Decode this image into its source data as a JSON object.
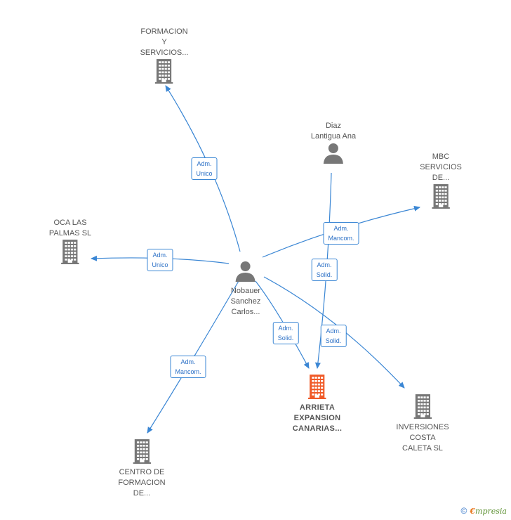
{
  "nodes": [
    {
      "id": "formacion",
      "type": "company",
      "label": "FORMACION\nY\nSERVICIOS...",
      "highlight": false
    },
    {
      "id": "diaz",
      "type": "person",
      "label": "Diaz\nLantigua Ana",
      "highlight": false
    },
    {
      "id": "mbc",
      "type": "company",
      "label": "MBC\nSERVICIOS\nDE...",
      "highlight": false
    },
    {
      "id": "oca",
      "type": "company",
      "label": "OCA LAS\nPALMAS SL",
      "highlight": false
    },
    {
      "id": "nobauer",
      "type": "person",
      "label": "Nobauer\nSanchez\nCarlos...",
      "highlight": false
    },
    {
      "id": "arrieta",
      "type": "company",
      "label": "ARRIETA\nEXPANSION\nCANARIAS...",
      "highlight": true
    },
    {
      "id": "inversiones",
      "type": "company",
      "label": "INVERSIONES\nCOSTA\nCALETA  SL",
      "highlight": false
    },
    {
      "id": "centro",
      "type": "company",
      "label": "CENTRO DE\nFORMACION\nDE...",
      "highlight": false
    }
  ],
  "edges": [
    {
      "from": "nobauer",
      "to": "formacion",
      "label": "Adm.\nUnico"
    },
    {
      "from": "nobauer",
      "to": "mbc",
      "label": "Adm.\nMancom."
    },
    {
      "from": "nobauer",
      "to": "oca",
      "label": "Adm.\nUnico"
    },
    {
      "from": "nobauer",
      "to": "arrieta",
      "label": "Adm.\nSolid."
    },
    {
      "from": "nobauer",
      "to": "inversiones",
      "label": "Adm.\nSolid."
    },
    {
      "from": "nobauer",
      "to": "centro",
      "label": "Adm.\nMancom."
    },
    {
      "from": "diaz",
      "to": "arrieta",
      "label": "Adm.\nSolid."
    }
  ],
  "colors": {
    "edge": "#3a86d4",
    "icon": "#777777",
    "highlight": "#f05a28"
  },
  "footer": {
    "copyright": "©",
    "brand_first": "€",
    "brand_rest": "mpresia"
  }
}
